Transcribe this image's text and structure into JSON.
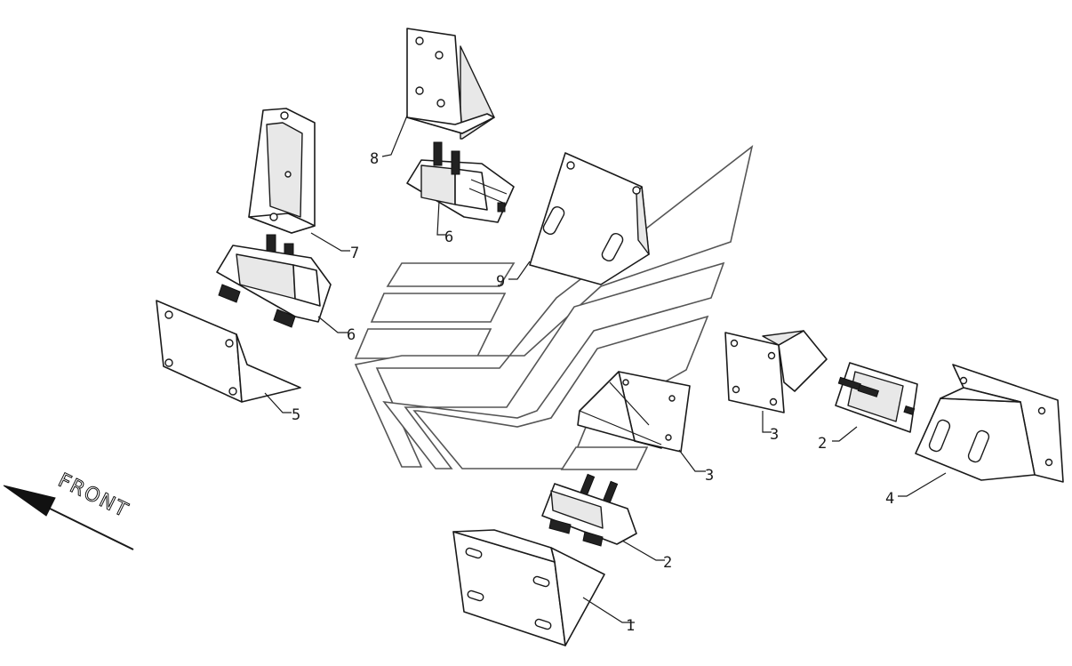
{
  "direction_label": "FRONT",
  "callouts": [
    {
      "id": "1",
      "label": "1"
    },
    {
      "id": "2a",
      "label": "2"
    },
    {
      "id": "2b",
      "label": "2"
    },
    {
      "id": "3a",
      "label": "3"
    },
    {
      "id": "3b",
      "label": "3"
    },
    {
      "id": "4",
      "label": "4"
    },
    {
      "id": "5",
      "label": "5"
    },
    {
      "id": "6a",
      "label": "6"
    },
    {
      "id": "6b",
      "label": "6"
    },
    {
      "id": "7",
      "label": "7"
    },
    {
      "id": "8",
      "label": "8"
    },
    {
      "id": "9",
      "label": "9"
    }
  ],
  "colors": {
    "line": "#1a1a1a",
    "logo": "#555555",
    "background": "#ffffff"
  }
}
